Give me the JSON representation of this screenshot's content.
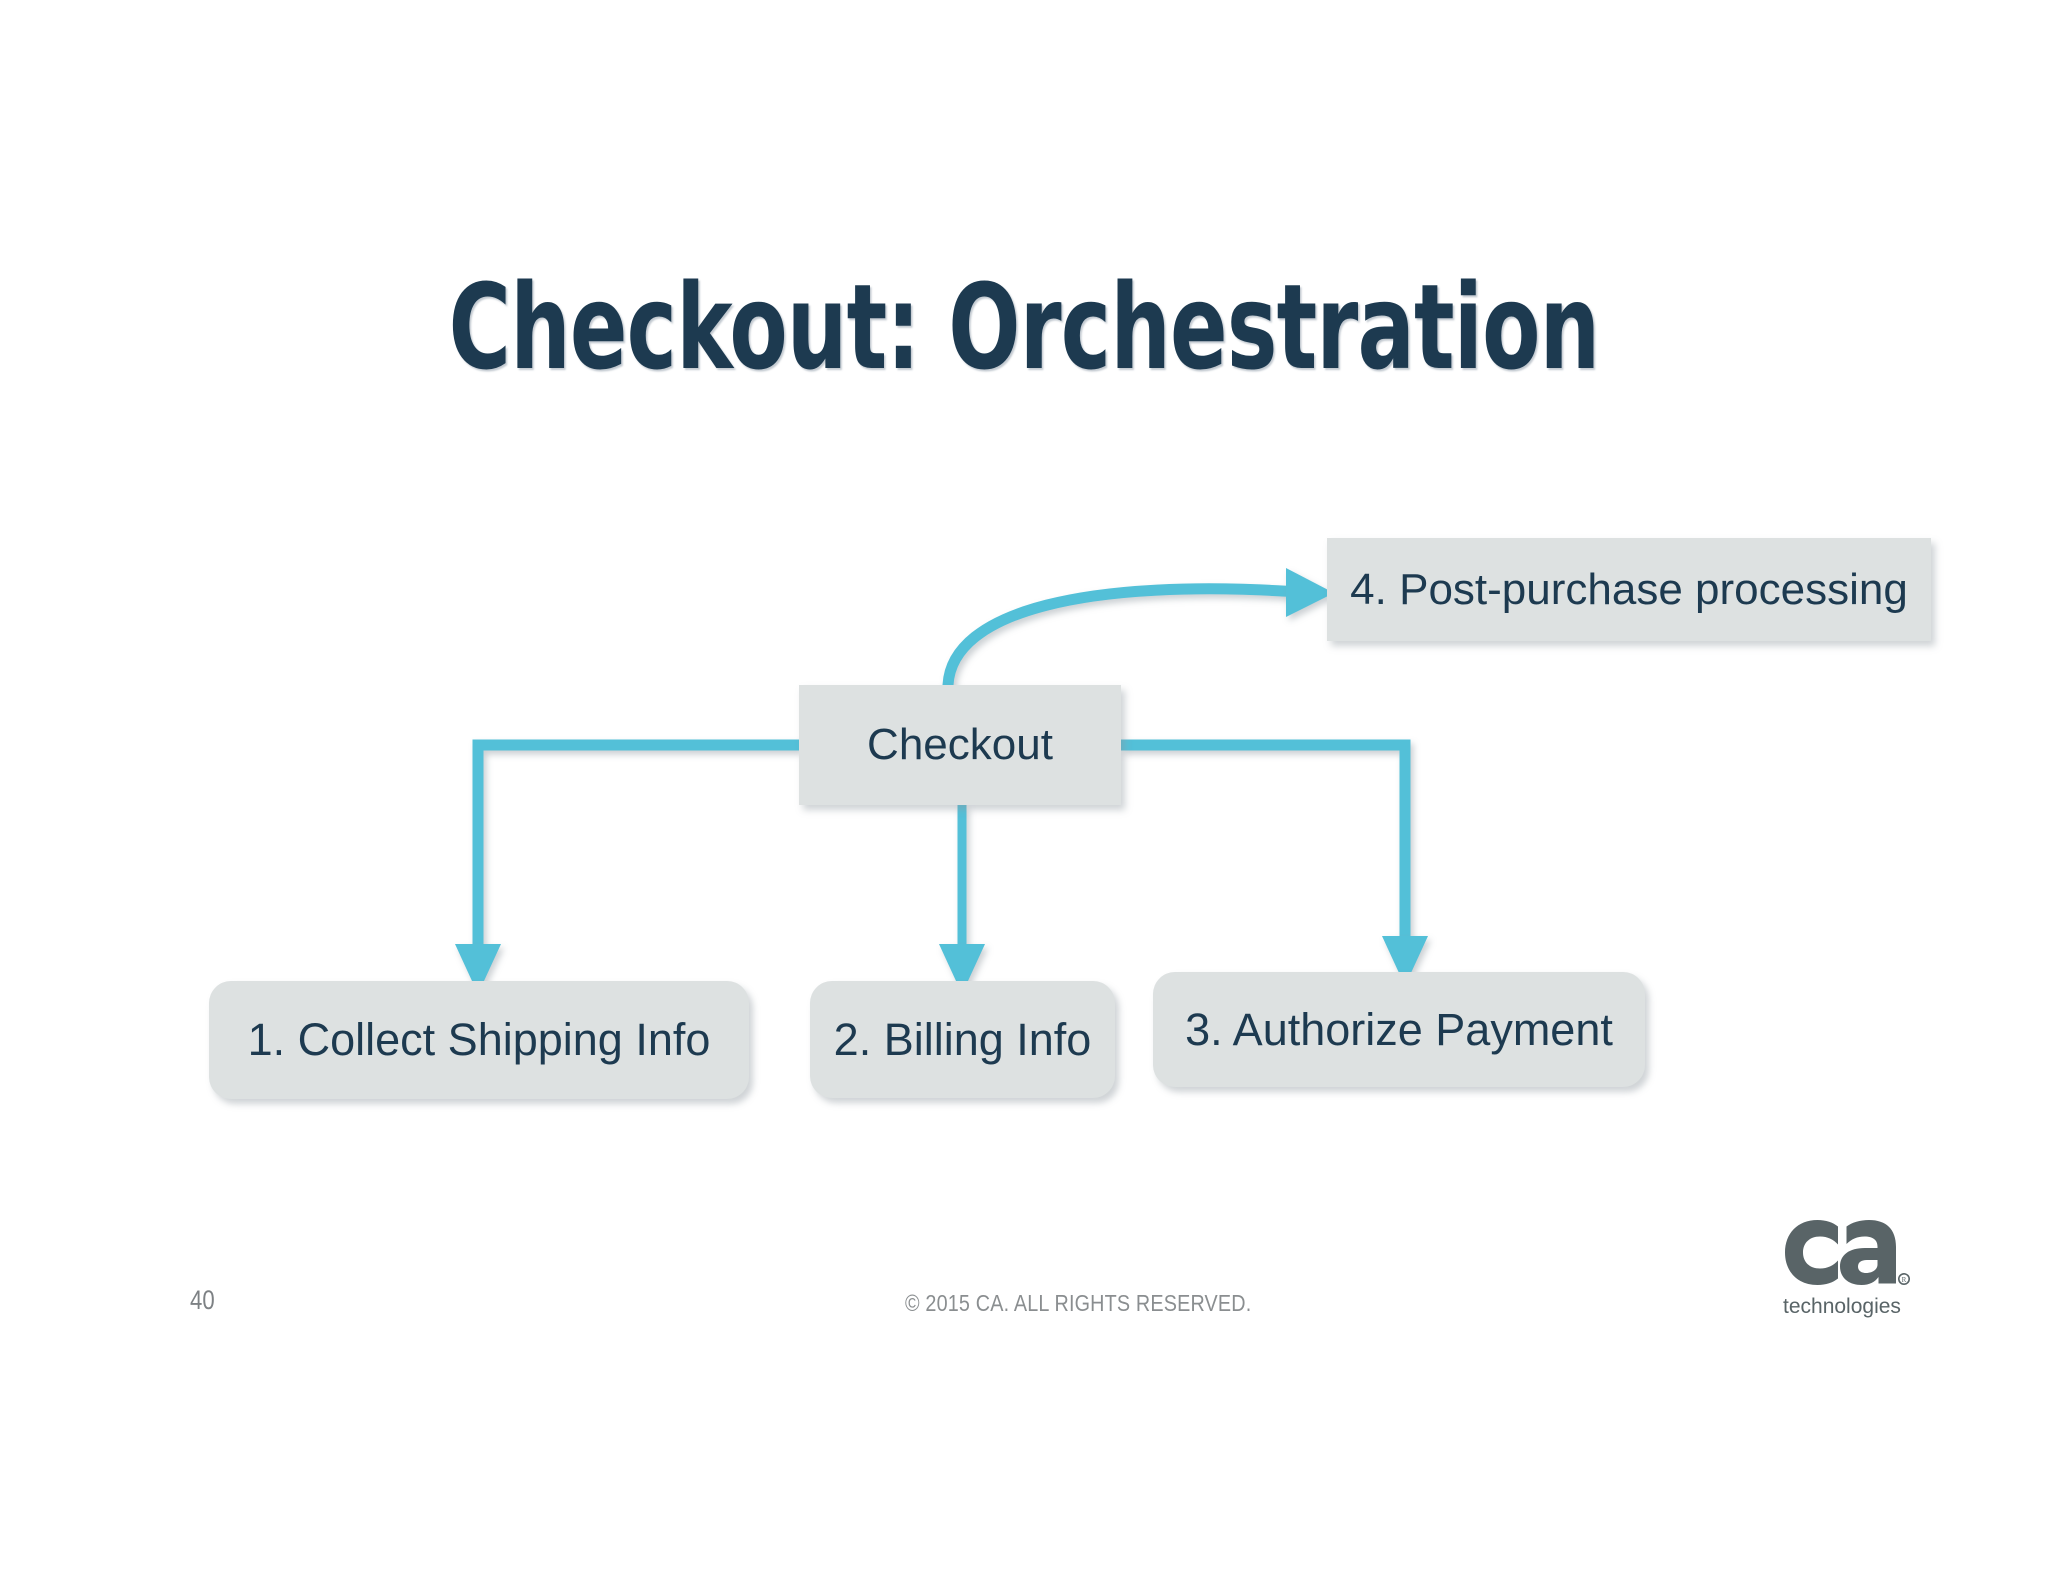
{
  "slide": {
    "title": "Checkout: Orchestration",
    "page_number": "40",
    "copyright": "© 2015 CA. ALL RIGHTS RESERVED.",
    "background_color": "#ffffff"
  },
  "colors": {
    "title_navy": "#1d3a50",
    "node_fill": "#dde1e1",
    "node_text": "#1d3a50",
    "connector_teal": "#52c0d8",
    "logo_gray": "#596467",
    "footer_gray": "#8a8e90"
  },
  "diagram": {
    "type": "flow",
    "root": "Checkout",
    "nodes": [
      {
        "id": "checkout",
        "label": "Checkout",
        "shape": "rectangle",
        "role": "root"
      },
      {
        "id": "shipping",
        "label": "1. Collect Shipping Info",
        "shape": "rounded-rectangle",
        "role": "step",
        "order": 1
      },
      {
        "id": "billing",
        "label": "2. Billing Info",
        "shape": "rounded-rectangle",
        "role": "step",
        "order": 2
      },
      {
        "id": "authorize",
        "label": "3. Authorize Payment",
        "shape": "rounded-rectangle",
        "role": "step",
        "order": 3
      },
      {
        "id": "post_purchase",
        "label": "4. Post-purchase processing",
        "shape": "rectangle",
        "role": "step",
        "order": 4
      }
    ],
    "edges": [
      {
        "from": "checkout",
        "to": "shipping",
        "style": "elbow",
        "arrowhead": "down"
      },
      {
        "from": "checkout",
        "to": "billing",
        "style": "straight",
        "arrowhead": "down"
      },
      {
        "from": "checkout",
        "to": "authorize",
        "style": "elbow",
        "arrowhead": "down"
      },
      {
        "from": "checkout",
        "to": "post_purchase",
        "style": "curved",
        "arrowhead": "right"
      }
    ]
  },
  "logo": {
    "mark": "ca",
    "registered_mark": "®",
    "wordmark": "technologies"
  }
}
